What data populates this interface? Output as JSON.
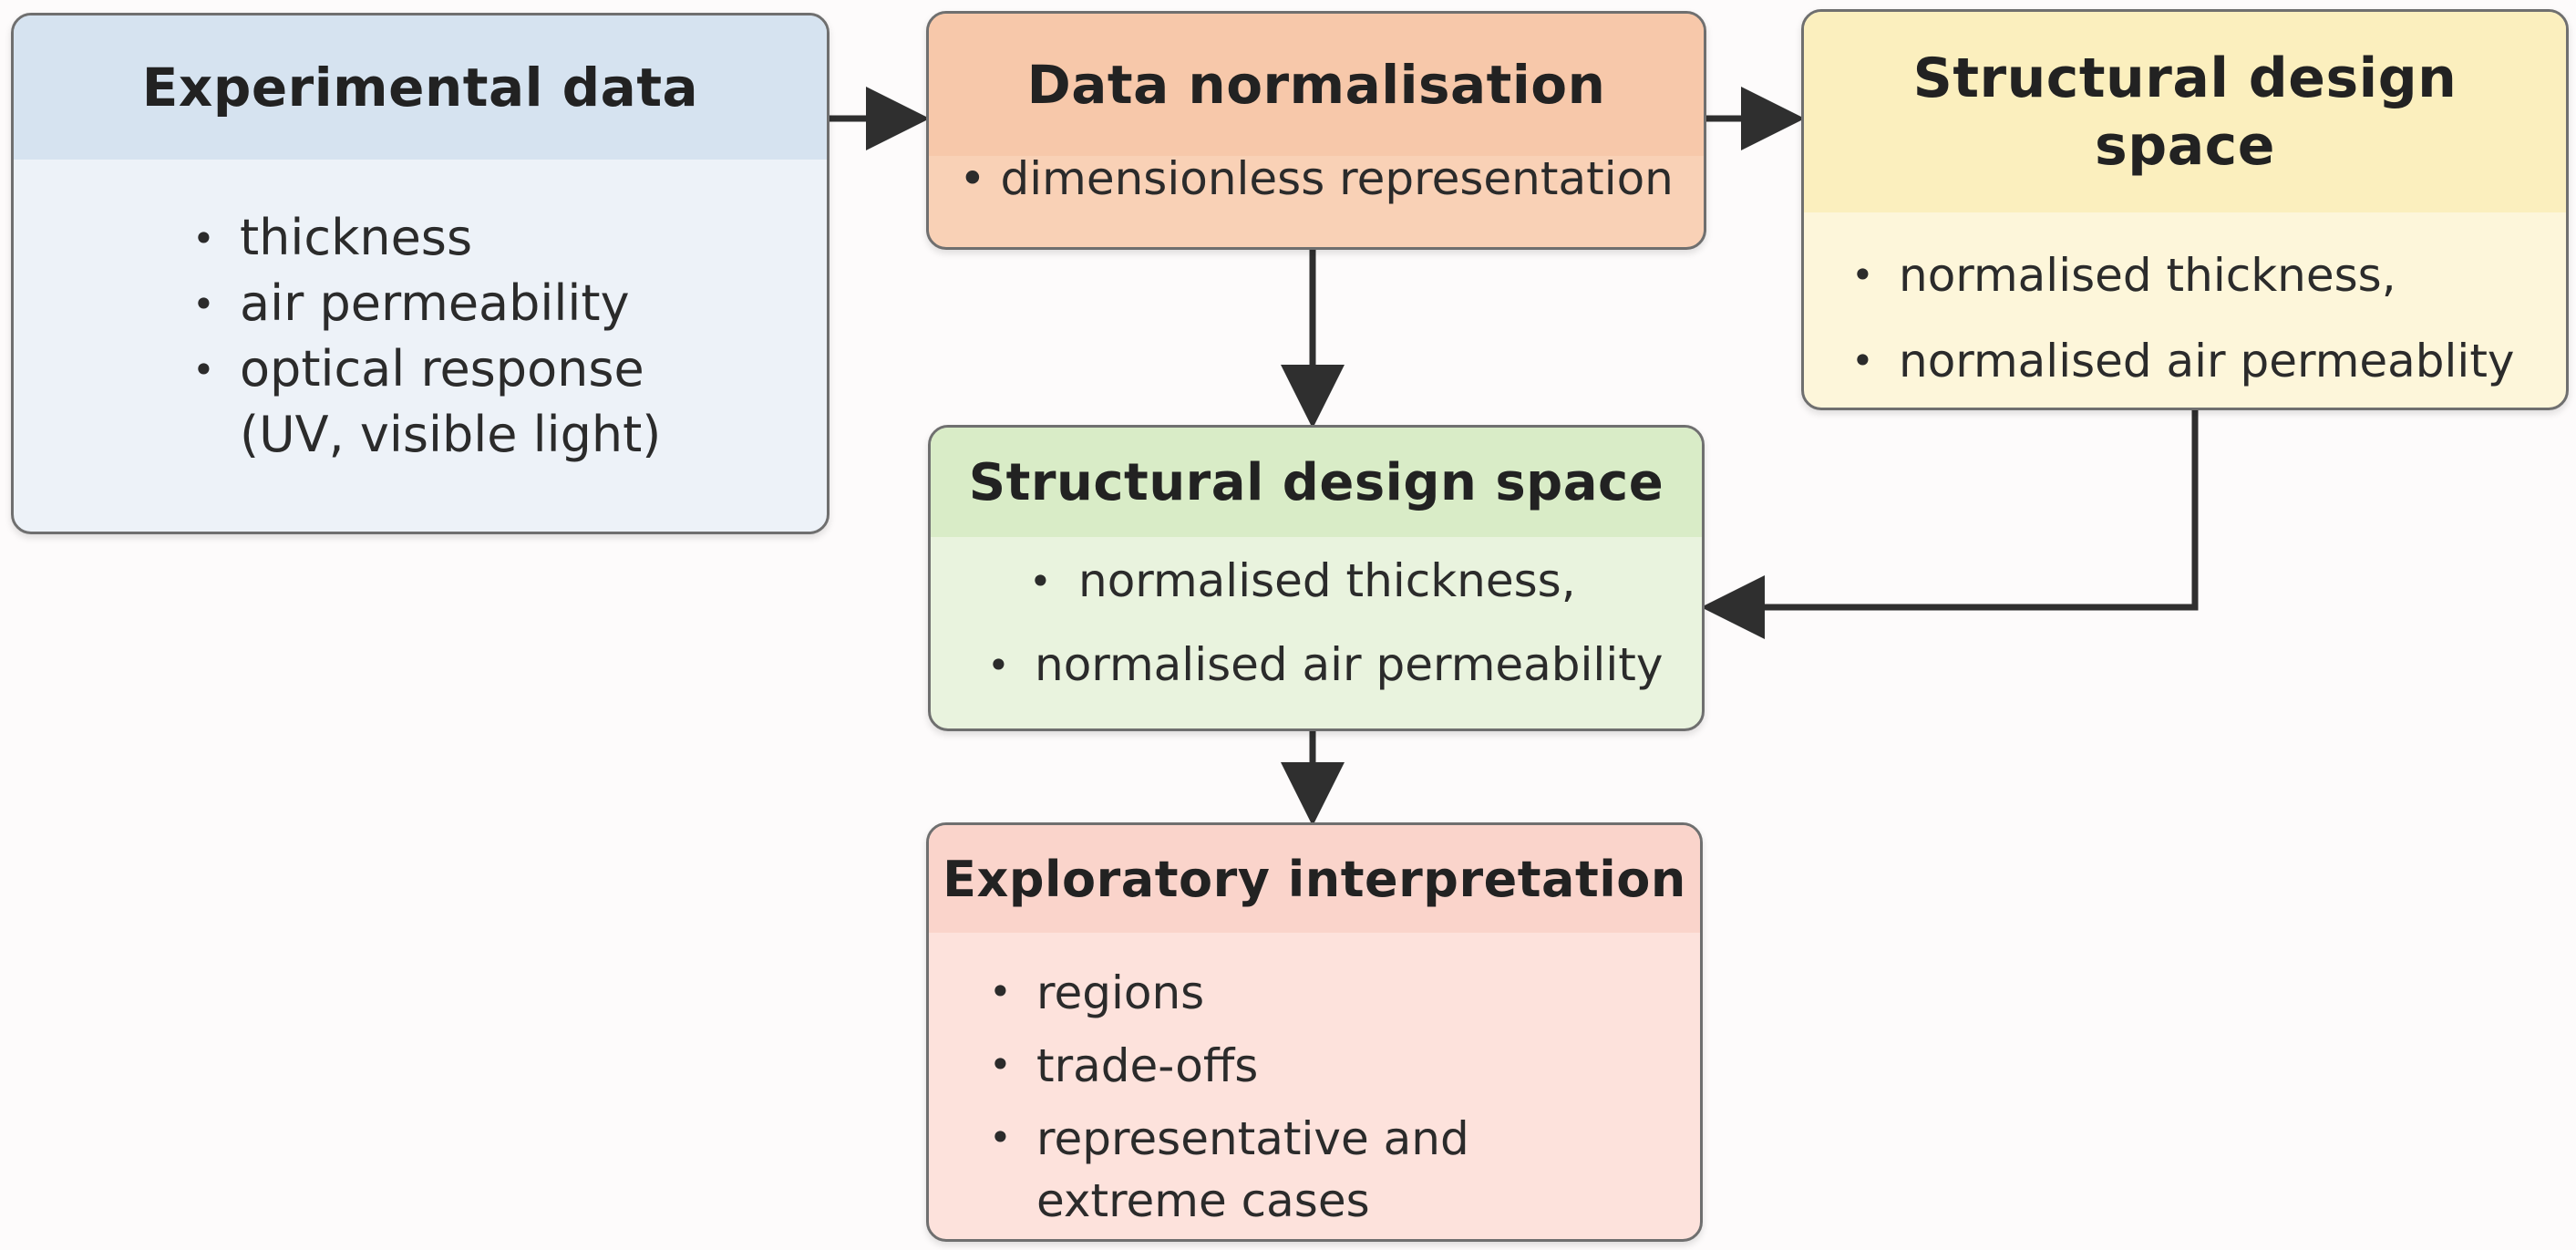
{
  "boxes": {
    "experimental": {
      "title": "Experimental data",
      "items": [
        "thickness",
        "air permeability",
        "optical response\n(UV, visible light)"
      ]
    },
    "normalisation": {
      "title": "Data normalisation",
      "items": [
        "dimensionless representation"
      ]
    },
    "design_space_right": {
      "title": "Structural design\nspace",
      "items": [
        "normalised thickness,",
        "normalised air permeablity"
      ]
    },
    "design_space_center": {
      "title": "Structural design space",
      "items": [
        "normalised thickness,",
        "normalised air permeability"
      ]
    },
    "exploratory": {
      "title": "Exploratory interpretation",
      "items": [
        "regions",
        "trade-offs",
        "representative and\nextreme cases"
      ]
    }
  },
  "colors": {
    "experimental": "#d6e3f0",
    "normalisation": "#f7c8aa",
    "design_space_right": "#fbefbe",
    "design_space_center": "#d9ecc7",
    "exploratory": "#fad4cb",
    "arrow": "#2f2f2f"
  }
}
